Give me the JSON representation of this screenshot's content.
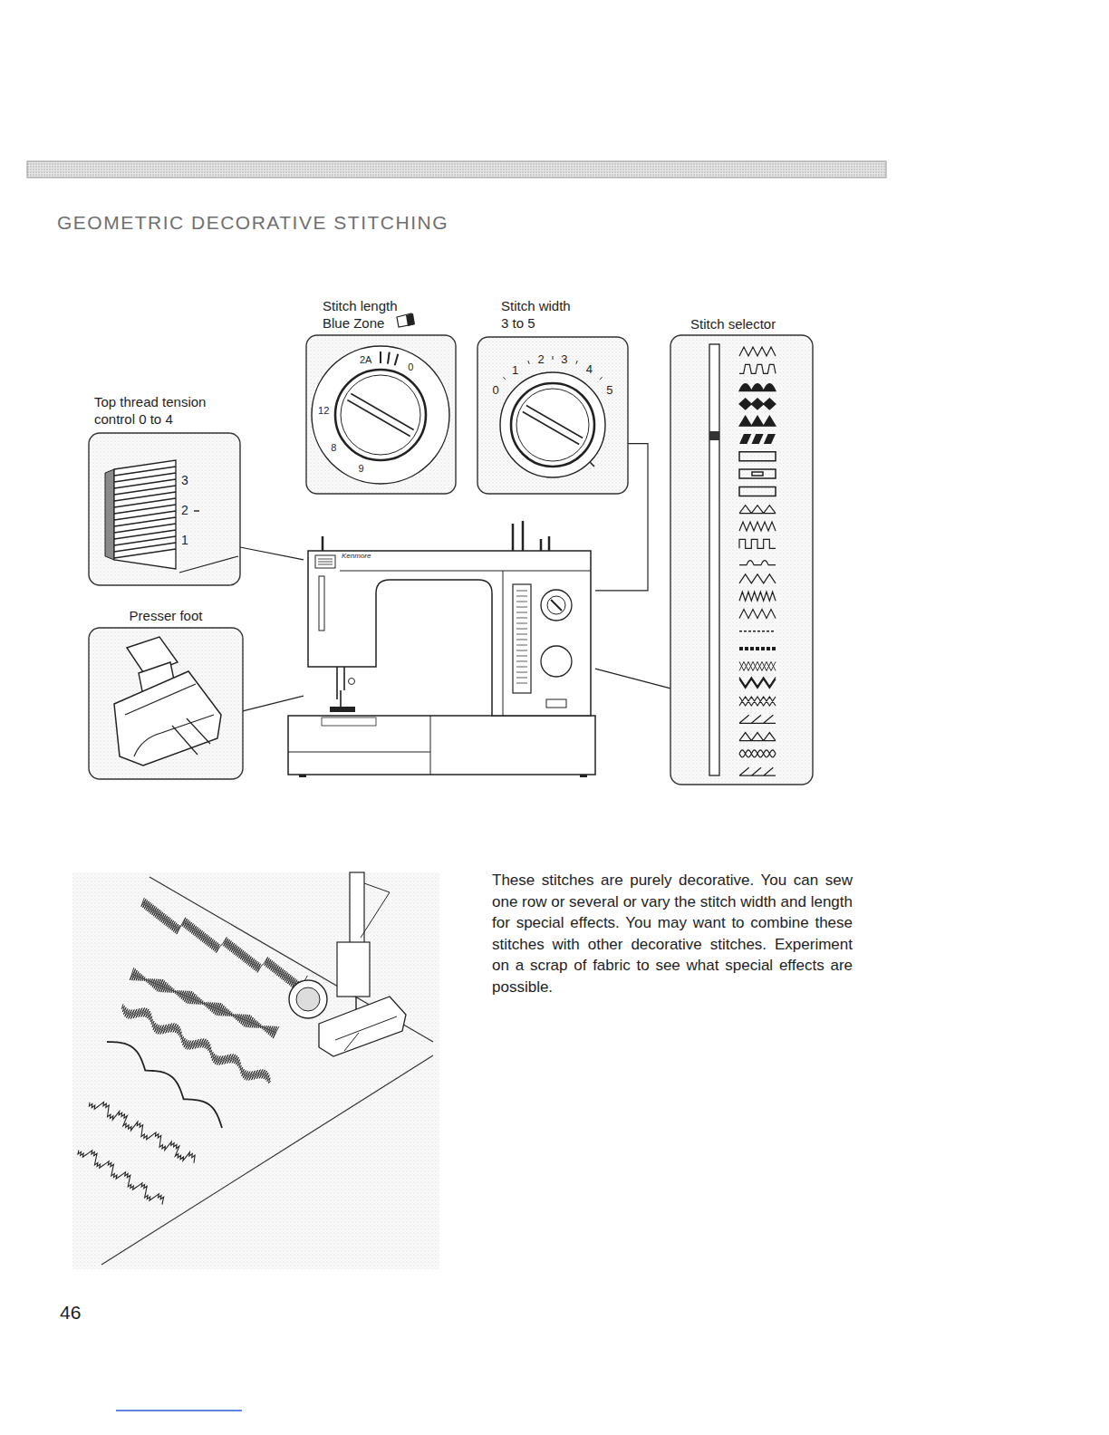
{
  "diagram": {
    "title": "GEOMETRIC DECORATIVE STITCHING",
    "nodes": [
      {
        "text": [
          "Stitch length Blue Zone",
          "2A",
          "0",
          "12",
          "8",
          "9"
        ]
      },
      {
        "text": [
          "Stitch width 3 to 5",
          "0",
          "1",
          "2",
          "3",
          "4",
          "5"
        ]
      },
      {
        "text": [
          "Stitch selector"
        ]
      },
      {
        "text": [
          "Top thread tension control 0 to 4",
          "3",
          "2",
          "1"
        ]
      },
      {
        "text": [
          "Presser foot"
        ]
      },
      {
        "text": [
          "Kenmore"
        ]
      }
    ],
    "edges": [
      {
        "from": 3,
        "to": 5,
        "arrow": "none"
      },
      {
        "from": 4,
        "to": 5,
        "arrow": "none"
      },
      {
        "from": 1,
        "to": 5,
        "arrow": "none"
      },
      {
        "from": 2,
        "to": 5,
        "arrow": "none"
      }
    ],
    "labels": [
      "These stitches are purely decorative. You can sew one row or several or vary the stitch width and length for special effects. You may want to combine these stitches with other decorative stitches. Experiment on a scrap of fabric to see what special effects are possible.",
      "46"
    ]
  }
}
